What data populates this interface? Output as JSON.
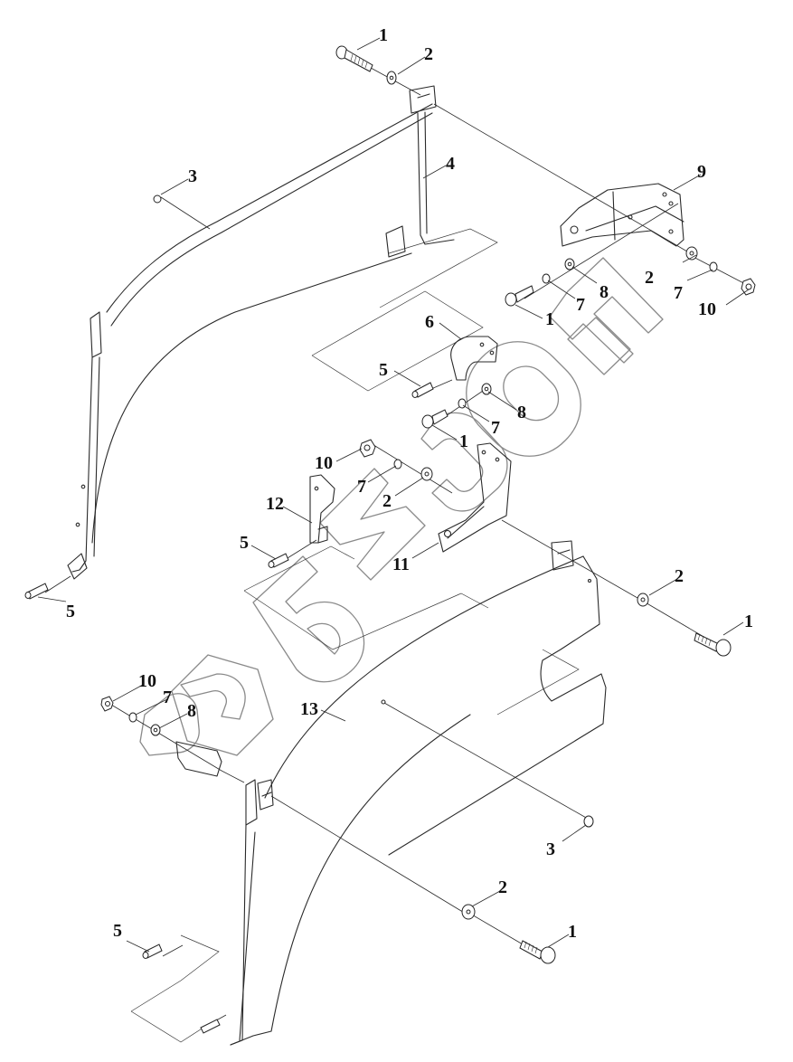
{
  "diagram": {
    "type": "exploded-parts-assembly",
    "watermark_text": "БИЗОН",
    "callouts": [
      {
        "id": "c1a",
        "label": "1",
        "part": "bolt"
      },
      {
        "id": "c2a",
        "label": "2",
        "part": "washer"
      },
      {
        "id": "c3a",
        "label": "3",
        "part": "rivet"
      },
      {
        "id": "c4",
        "label": "4",
        "part": "upper-fender-bracket"
      },
      {
        "id": "c9",
        "label": "9",
        "part": "mounting-bracket"
      },
      {
        "id": "c2b",
        "label": "2",
        "part": "washer"
      },
      {
        "id": "c7a",
        "label": "7",
        "part": "lock-washer"
      },
      {
        "id": "c8a",
        "label": "8",
        "part": "flat-washer"
      },
      {
        "id": "c7b",
        "label": "7",
        "part": "lock-washer"
      },
      {
        "id": "c10a",
        "label": "10",
        "part": "nut"
      },
      {
        "id": "c1b",
        "label": "1",
        "part": "bolt"
      },
      {
        "id": "c6",
        "label": "6",
        "part": "bracket"
      },
      {
        "id": "c5a",
        "label": "5",
        "part": "pin"
      },
      {
        "id": "c8b",
        "label": "8",
        "part": "flat-washer"
      },
      {
        "id": "c7c",
        "label": "7",
        "part": "lock-washer"
      },
      {
        "id": "c1c",
        "label": "1",
        "part": "bolt"
      },
      {
        "id": "c10b",
        "label": "10",
        "part": "nut"
      },
      {
        "id": "c7d",
        "label": "7",
        "part": "lock-washer"
      },
      {
        "id": "c2c",
        "label": "2",
        "part": "washer"
      },
      {
        "id": "c12",
        "label": "12",
        "part": "bracket"
      },
      {
        "id": "c5b",
        "label": "5",
        "part": "pin"
      },
      {
        "id": "c11",
        "label": "11",
        "part": "bracket"
      },
      {
        "id": "c5c",
        "label": "5",
        "part": "pin"
      },
      {
        "id": "c2d",
        "label": "2",
        "part": "washer"
      },
      {
        "id": "c1d",
        "label": "1",
        "part": "bolt"
      },
      {
        "id": "c10c",
        "label": "10",
        "part": "nut"
      },
      {
        "id": "c7e",
        "label": "7",
        "part": "lock-washer"
      },
      {
        "id": "c8c",
        "label": "8",
        "part": "flat-washer"
      },
      {
        "id": "c13",
        "label": "13",
        "part": "fender-panel"
      },
      {
        "id": "c3b",
        "label": "3",
        "part": "rivet"
      },
      {
        "id": "c2e",
        "label": "2",
        "part": "washer"
      },
      {
        "id": "c1e",
        "label": "1",
        "part": "bolt"
      },
      {
        "id": "c5d",
        "label": "5",
        "part": "pin"
      }
    ]
  }
}
